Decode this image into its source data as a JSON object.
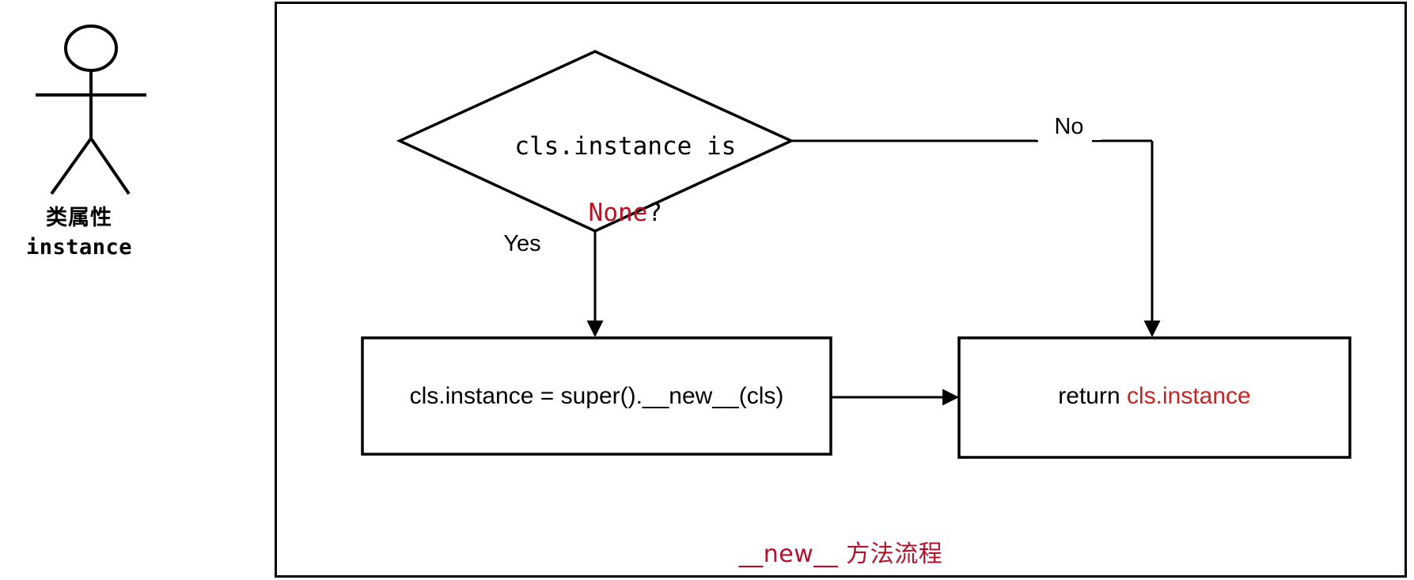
{
  "diagram": {
    "title_caption": "__new__ 方法流程",
    "caption_color": "#b3122b",
    "accent_red": "#bb1122",
    "line_color": "#000000",
    "background": "#ffffff"
  },
  "actor": {
    "icon": "stick-figure-actor-icon",
    "label_cn": "类属性",
    "label_mono": "instance"
  },
  "nodes": {
    "decision": {
      "shape": "diamond",
      "text_line1": "cls.instance is",
      "text_line2_red": "None",
      "text_line2_suffix": "?"
    },
    "assign_box": {
      "shape": "rectangle",
      "text": "cls.instance = super().__new__(cls)"
    },
    "return_box": {
      "shape": "rectangle",
      "text_prefix": "return ",
      "text_red": "cls.instance"
    }
  },
  "edges": {
    "yes_label": "Yes",
    "no_label": "No"
  }
}
